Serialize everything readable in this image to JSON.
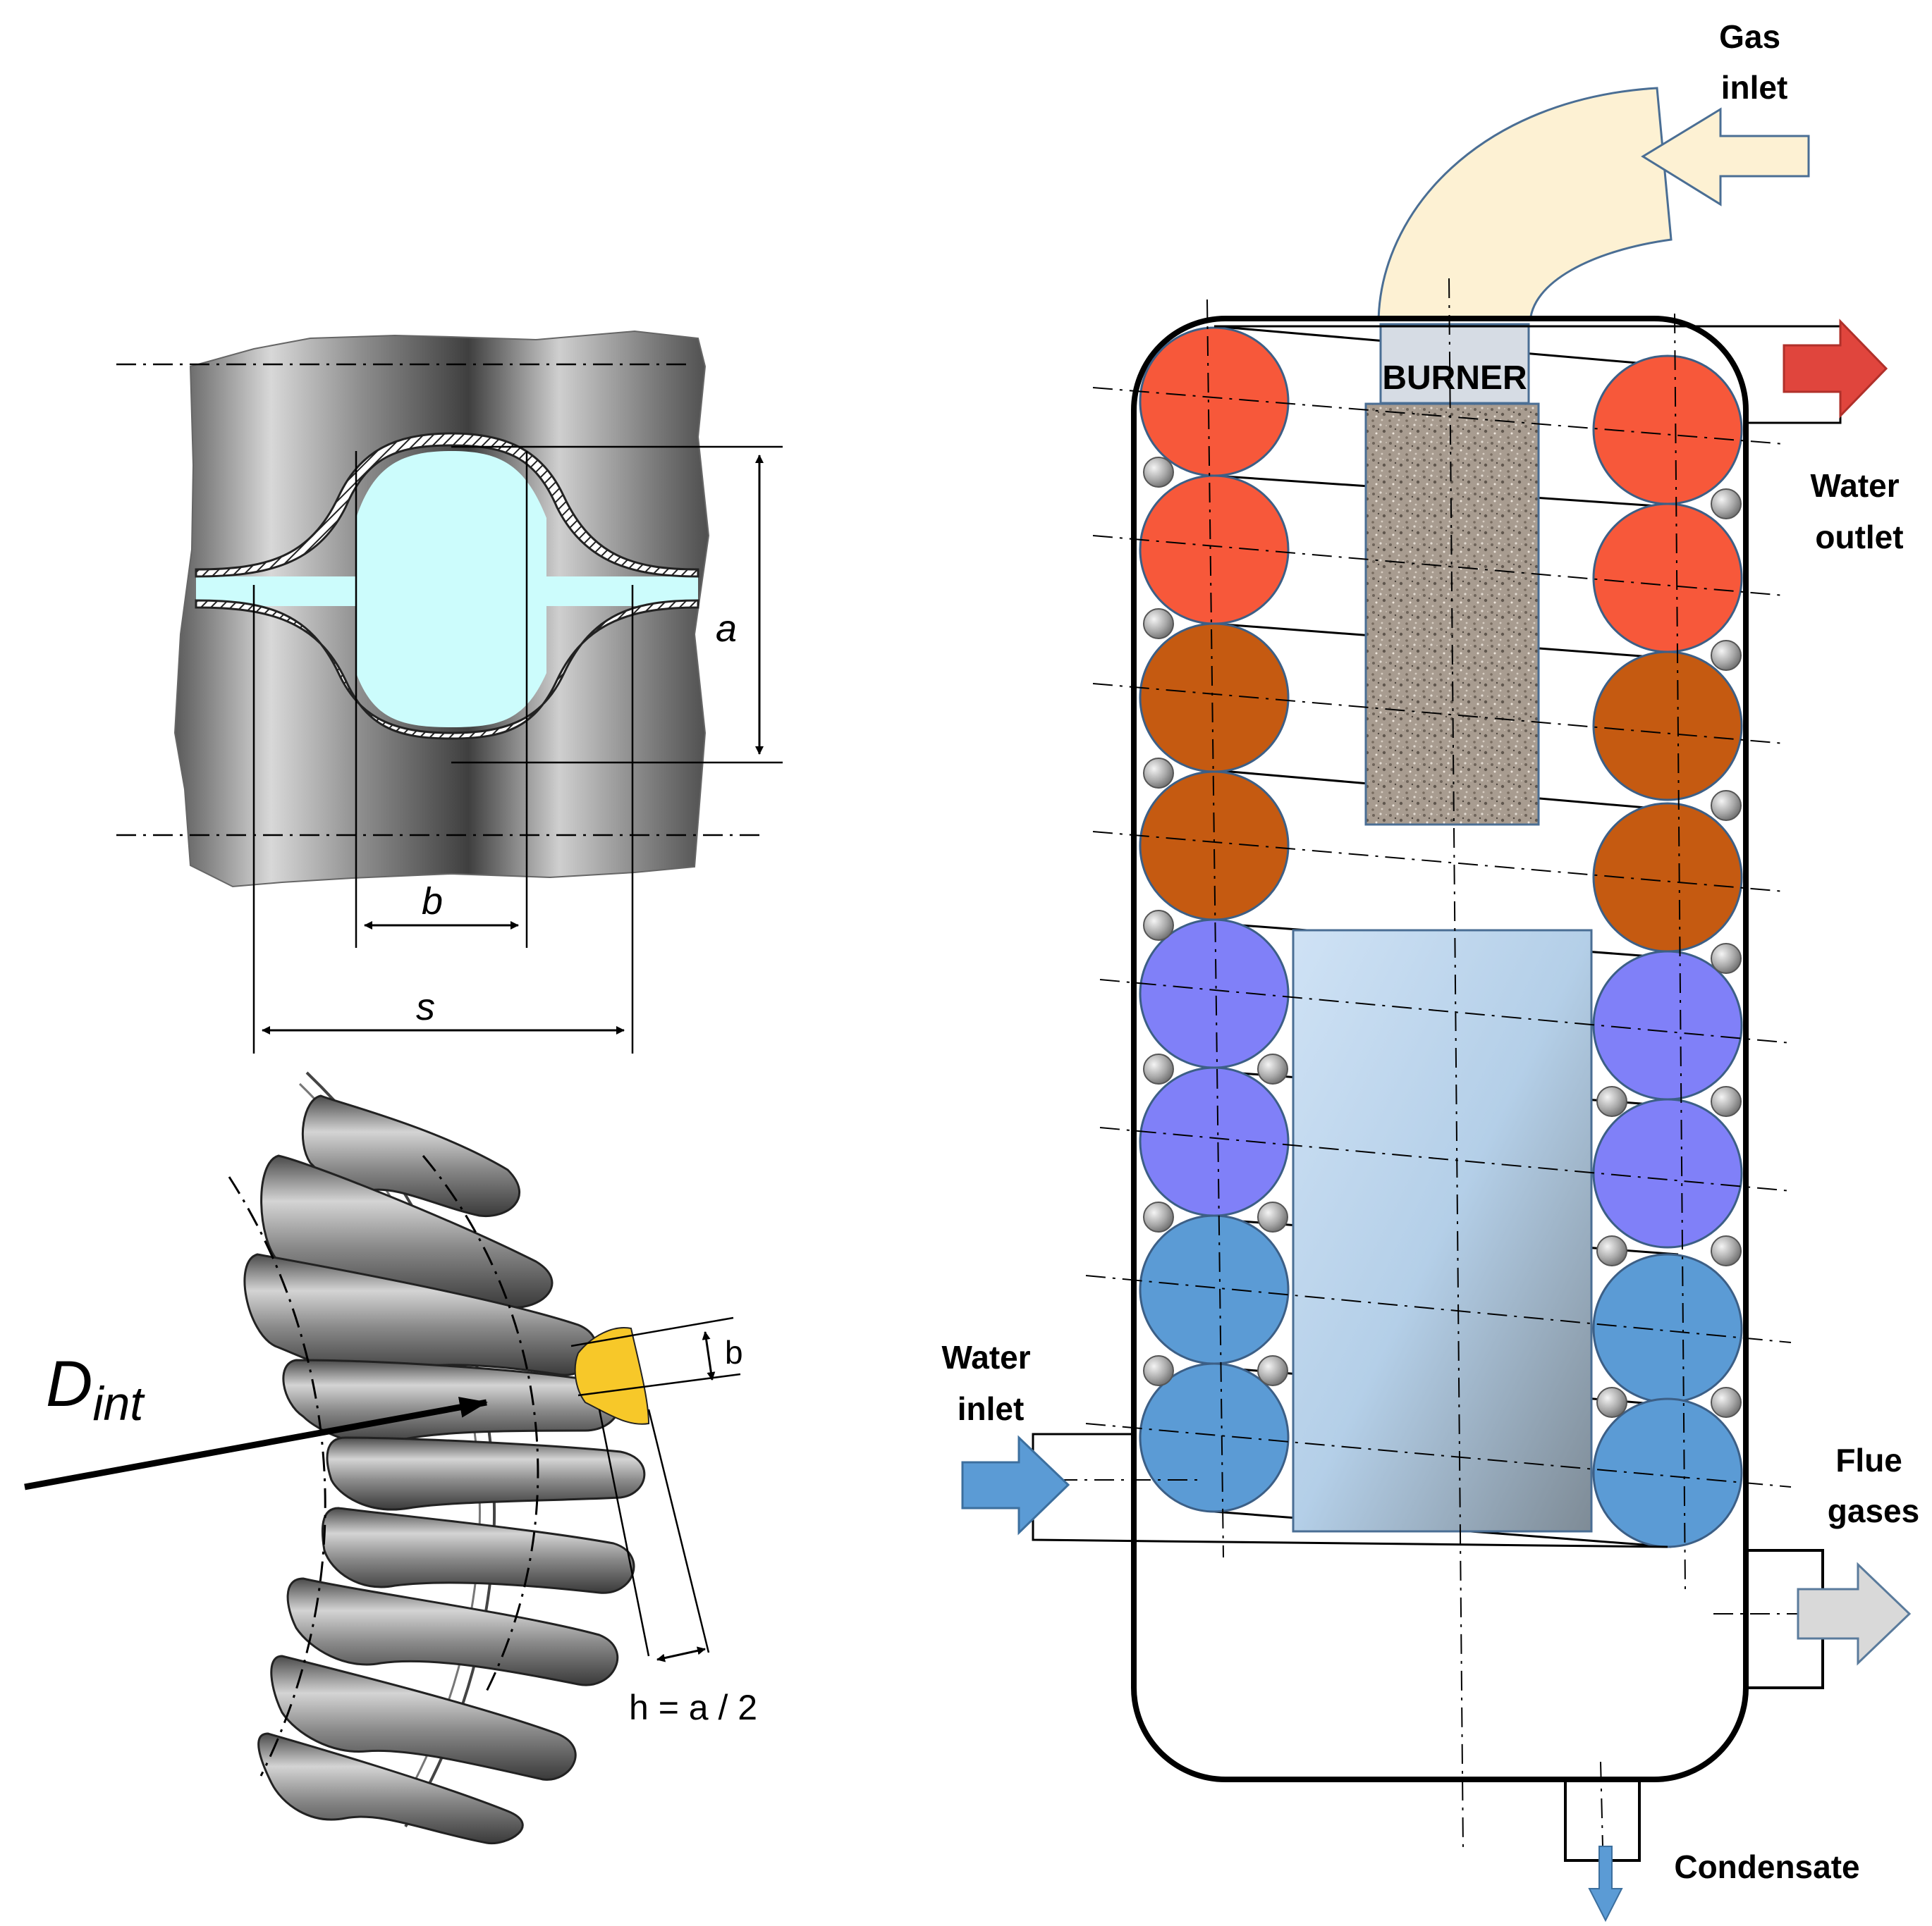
{
  "dimension_labels": {
    "a": "a",
    "b": "b",
    "s": "s",
    "b_small": "b",
    "h": "h = a / 2",
    "d_main": "D",
    "d_sub": "int"
  },
  "boiler": {
    "burner": "BURNER",
    "gas_inlet": [
      "Gas",
      "inlet"
    ],
    "water_outlet": [
      "Water",
      "outlet"
    ],
    "water_inlet": [
      "Water",
      "inlet"
    ],
    "flue_gases": [
      "Flue",
      "gases"
    ],
    "condensate": "Condensate"
  },
  "colors": {
    "hot_red": "#f7583a",
    "brown": "#c55a11",
    "violet": "#8080f8",
    "blue": "#5b9bd5",
    "cyan_fill": "#ccfcfc",
    "gas_yellow": "#fdf1d3",
    "tube_gray": "#9a9a9a",
    "highlight_yellow": "#f7c829",
    "outlet_arrow": "#e0453d",
    "inlet_arrow": "#5b9bd5",
    "flue_arrow": "#d9d9d9"
  }
}
